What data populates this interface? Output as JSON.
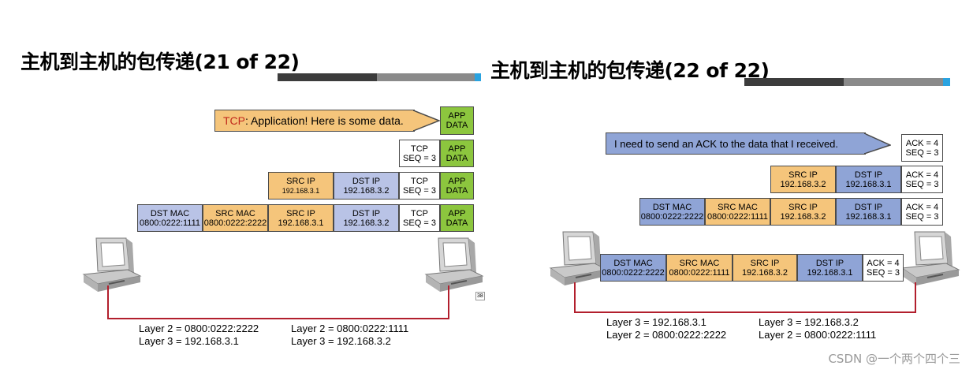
{
  "left": {
    "title": "主机到主机的包传递(21 of 22)",
    "callout": {
      "prefix": "TCP",
      "text": ": Application! Here is some data."
    },
    "rows": [
      [
        {
          "l1": "APP",
          "l2": "DATA"
        }
      ],
      [
        {
          "l1": "TCP",
          "l2": "SEQ = 3"
        },
        {
          "l1": "APP",
          "l2": "DATA"
        }
      ],
      [
        {
          "l1": "SRC IP",
          "l2": "192.168.3.1"
        },
        {
          "l1": "DST IP",
          "l2": "192.168.3.2"
        },
        {
          "l1": "TCP",
          "l2": "SEQ = 3"
        },
        {
          "l1": "APP",
          "l2": "DATA"
        }
      ],
      [
        {
          "l1": "DST MAC",
          "l2": "0800:0222:1111"
        },
        {
          "l1": "SRC MAC",
          "l2": "0800:0222:2222"
        },
        {
          "l1": "SRC IP",
          "l2": "192.168.3.1"
        },
        {
          "l1": "DST IP",
          "l2": "192.168.3.2"
        },
        {
          "l1": "TCP",
          "l2": "SEQ = 3"
        },
        {
          "l1": "APP",
          "l2": "DATA"
        }
      ]
    ],
    "host_a": {
      "layer2": "Layer 2 = 0800:0222:2222",
      "layer3": "Layer 3 = 192.168.3.1"
    },
    "host_b": {
      "layer2": "Layer 2 = 0800:0222:1111",
      "layer3": "Layer 3 = 192.168.3.2"
    },
    "edge_mark": "38"
  },
  "right": {
    "title": "主机到主机的包传递(22 of 22)",
    "callout": {
      "text": "I need to send an ACK to the data that I received."
    },
    "rows": [
      [
        {
          "l1": "ACK = 4",
          "l2": "SEQ = 3"
        }
      ],
      [
        {
          "l1": "SRC IP",
          "l2": "192.168.3.2"
        },
        {
          "l1": "DST IP",
          "l2": "192.168.3.1"
        },
        {
          "l1": "ACK = 4",
          "l2": "SEQ = 3"
        }
      ],
      [
        {
          "l1": "DST MAC",
          "l2": "0800:0222:2222"
        },
        {
          "l1": "SRC MAC",
          "l2": "0800:0222:1111"
        },
        {
          "l1": "SRC IP",
          "l2": "192.168.3.2"
        },
        {
          "l1": "DST IP",
          "l2": "192.168.3.1"
        },
        {
          "l1": "ACK = 4",
          "l2": "SEQ = 3"
        }
      ],
      [
        {
          "l1": "DST MAC",
          "l2": "0800:0222:2222"
        },
        {
          "l1": "SRC MAC",
          "l2": "0800:0222:1111"
        },
        {
          "l1": "SRC IP",
          "l2": "192.168.3.2"
        },
        {
          "l1": "DST IP",
          "l2": "192.168.3.1"
        },
        {
          "l1": "ACK = 4",
          "l2": "SEQ = 3"
        }
      ]
    ],
    "host_a": {
      "layer3": "Layer 3 = 192.168.3.1",
      "layer2": "Layer 2 = 0800:0222:2222"
    },
    "host_b": {
      "layer3": "Layer 3 = 192.168.3.2",
      "layer2": "Layer 2 = 0800:0222:1111"
    }
  },
  "watermark": "CSDN @一个两个四个三",
  "colors": {
    "blue": "#b9c3e6",
    "blue_dark": "#8fa4d6",
    "orange": "#f5c57b",
    "green": "#8cc63e",
    "white": "#ffffff",
    "wire": "#b21f2d",
    "bar_dark": "#3c3c3c",
    "bar_grey": "#8a8a8a",
    "bar_accent": "#2aa3e0"
  }
}
